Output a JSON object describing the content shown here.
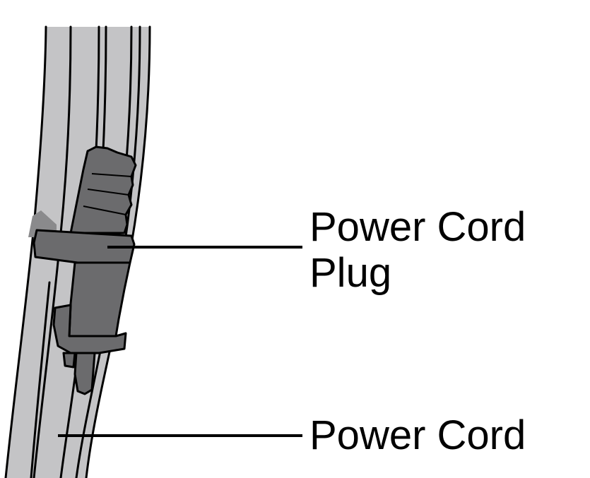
{
  "callouts": {
    "plug": {
      "line1": "Power Cord",
      "line2": "Plug"
    },
    "cord": {
      "line1": "Power Cord"
    }
  },
  "colors": {
    "cord_fill": "#c4c4c6",
    "plug_fill": "#6b6b6d",
    "outline": "#000000",
    "background": "#ffffff"
  }
}
